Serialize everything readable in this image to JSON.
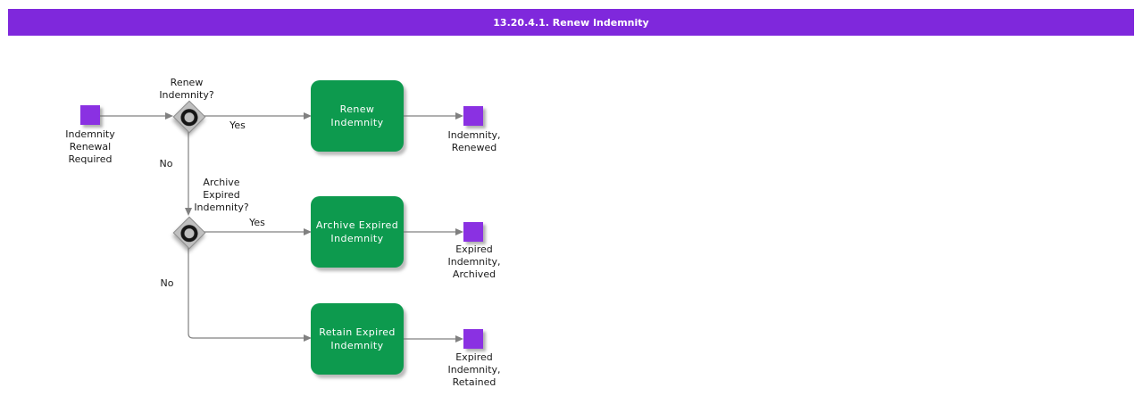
{
  "title_bar": {
    "text": "13.20.4.1. Renew Indemnity"
  },
  "colors": {
    "title_bar": "#7F28DC",
    "event_square": "#8A31E2",
    "task_fill": "#0D9A4E",
    "task_text": "#FFFFFF",
    "gateway_fill": "#BFBFBF",
    "gateway_ring": "#161616",
    "connector": "#808080",
    "label_text": "#1A1A1A",
    "background": "#FFFFFF"
  },
  "nodes": {
    "start_event": {
      "type": "start-event",
      "label": "Indemnity\nRenewal\nRequired"
    },
    "gateway_renew": {
      "type": "exclusive-gateway",
      "label": "Renew\nIndemnity?"
    },
    "task_renew": {
      "type": "task",
      "label": "Renew\nIndemnity"
    },
    "end_renewed": {
      "type": "end-event",
      "label": "Indemnity,\nRenewed"
    },
    "gateway_archive": {
      "type": "exclusive-gateway",
      "label": "Archive\nExpired\nIndemnity?"
    },
    "task_archive": {
      "type": "task",
      "label": "Archive Expired\nIndemnity"
    },
    "end_archived": {
      "type": "end-event",
      "label": "Expired\nIndemnity,\nArchived"
    },
    "task_retain": {
      "type": "task",
      "label": "Retain Expired\nIndemnity"
    },
    "end_retained": {
      "type": "end-event",
      "label": "Expired\nIndemnity,\nRetained"
    }
  },
  "edges": {
    "renew_yes": "Yes",
    "renew_no": "No",
    "archive_yes": "Yes",
    "archive_no": "No"
  }
}
